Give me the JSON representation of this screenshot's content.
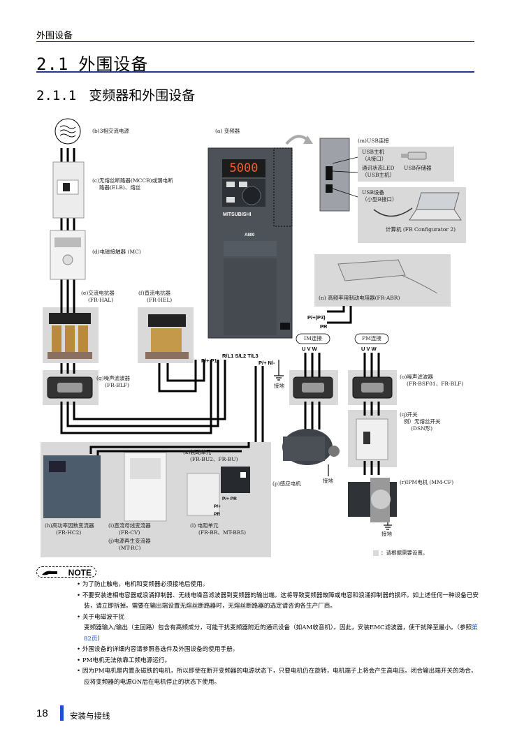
{
  "header": {
    "section_label": "外围设备"
  },
  "heading1": {
    "number": "2.1",
    "title": "外围设备"
  },
  "heading2": {
    "number": "2.1.1",
    "title": "变频器和外围设备"
  },
  "diagram": {
    "b": "(b)3相交流电源",
    "a": "(a) 变频器",
    "m": "(m)USB连接",
    "usb_host": "USB主机",
    "usb_host2": "（A接口）",
    "led": "通讯状态LED",
    "led2": "（USB主机）",
    "usb_storage": "USB存储器",
    "usb_dev": "USB设备",
    "usb_dev2": "（小型B接口）",
    "pc": "计算机 (FR Configurator 2)",
    "c1": "(c)无熔丝断路器(MCCB)或漏电断",
    "c2": "路器(ELB)、熔丝",
    "d": "(d)电磁接触器 (MC)",
    "e1": "(e)交流电抗器",
    "e2": "(FR-HAL)",
    "f1": "(f)直流电抗器",
    "f2": "(FR-HEL)",
    "n": "(n) 高频率用制动电阻器(FR-ABR)",
    "pp3": "P/+(P3)",
    "pr": "PR",
    "im": "IM连接",
    "pm": "PM连接",
    "uvw_im": "U V W",
    "uvw_pm": "U V W",
    "rst": "R/L1 S/L2 T/L3",
    "pp1": "P/+ P1",
    "pn": "P/+ N/-",
    "ground1": "接地",
    "g1": "(g)噪声滤波器",
    "g2": "(FR-BLF)",
    "o1": "(o)噪声滤波器",
    "o2": "(FR-BSF01、FR-BLF)",
    "q1": "(q)开关",
    "q2": "例）无熔丝开关",
    "q3": "(DSN形)",
    "k1": "(k)制动单元",
    "k2": "(FR-BU2、FR-BU)",
    "pplus_pr": "P/+ PR",
    "pplus": "P/+",
    "pr2": "PR",
    "p": "(p)感应电机",
    "ground2": "接地",
    "r": "(r)IPM电机 (MM-CF)",
    "ground3": "接地",
    "h1": "(h)高功率因数变流器",
    "h2": "(FR-HC2)",
    "i1": "(i)直流母线变流器",
    "i2": "(FR-CV)",
    "j1": "(j)电源再生变流器",
    "j2": "(MT-RC)",
    "l1": "(l) 电阻单元",
    "l2": "(FR-BR、MT-BR5)",
    "legend": "：请根据需要设置。",
    "display": "5000",
    "brand": "MITSUBISHI",
    "model": "A800"
  },
  "note": {
    "label": "NOTE",
    "items": [
      "为了防止触电，电机和变频器必须接地后使用。",
      "不要安装进相电容器或浪涌抑制器、无线电噪音滤波器到变频器的输出端。这将导致变频器故障或电容和浪涌抑制器的损坏。如上述任何一种设备已安装，请立即拆掉。需要在输出端设置无熔丝断路器时，无熔丝断路器的选定请咨询各生产厂商。",
      "关于电磁波干扰",
      "外围设备的详细内容请参照各选件及外围设备的使用手册。",
      "PM电机无法依靠工频电源运行。",
      "因为PM电机是内置永磁铁的电机，所以即使在断开变频器的电源状态下，只要电机仍在旋转，电机端子上将会产生高电压。闭合输出端开关的场合，应将变频器的电源ON后在电机停止的状态下使用。"
    ],
    "emi_detail_1": "变频器输入/输出（主回路）包含有高频成分，可能干扰变频器附近的通讯设备（如AM收音机）。因此，安装EMC滤波器，使干扰降至最小。（参照",
    "emi_link": "第82页",
    "emi_detail_2": "）"
  },
  "footer": {
    "page": "18",
    "section": "安装与接线"
  }
}
